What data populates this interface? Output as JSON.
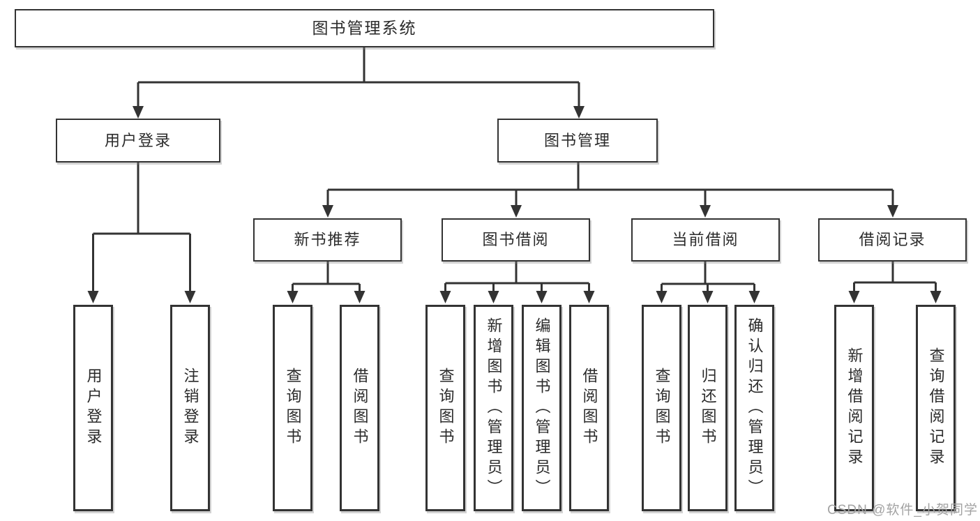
{
  "colors": {
    "line": "#333333",
    "text": "#2b2b2b",
    "background": "#ffffff",
    "watermark": "#a3a3a3"
  },
  "watermark": {
    "text": "CSDN @软件_小贺同学"
  },
  "tree": {
    "label": "图书管理系统",
    "children": [
      {
        "label": "用户登录",
        "children": [
          {
            "label": "用户登录"
          },
          {
            "label": "注销登录"
          }
        ]
      },
      {
        "label": "图书管理",
        "children": [
          {
            "label": "新书推荐",
            "children": [
              {
                "label": "查询图书"
              },
              {
                "label": "借阅图书"
              }
            ]
          },
          {
            "label": "图书借阅",
            "children": [
              {
                "label": "查询图书"
              },
              {
                "label": "新增图书（管理员）"
              },
              {
                "label": "编辑图书（管理员）"
              },
              {
                "label": "借阅图书"
              }
            ]
          },
          {
            "label": "当前借阅",
            "children": [
              {
                "label": "查询图书"
              },
              {
                "label": "归还图书"
              },
              {
                "label": "确认归还（管理员）"
              }
            ]
          },
          {
            "label": "借阅记录",
            "children": [
              {
                "label": "新增借阅记录"
              },
              {
                "label": "查询借阅记录"
              }
            ]
          }
        ]
      }
    ]
  }
}
